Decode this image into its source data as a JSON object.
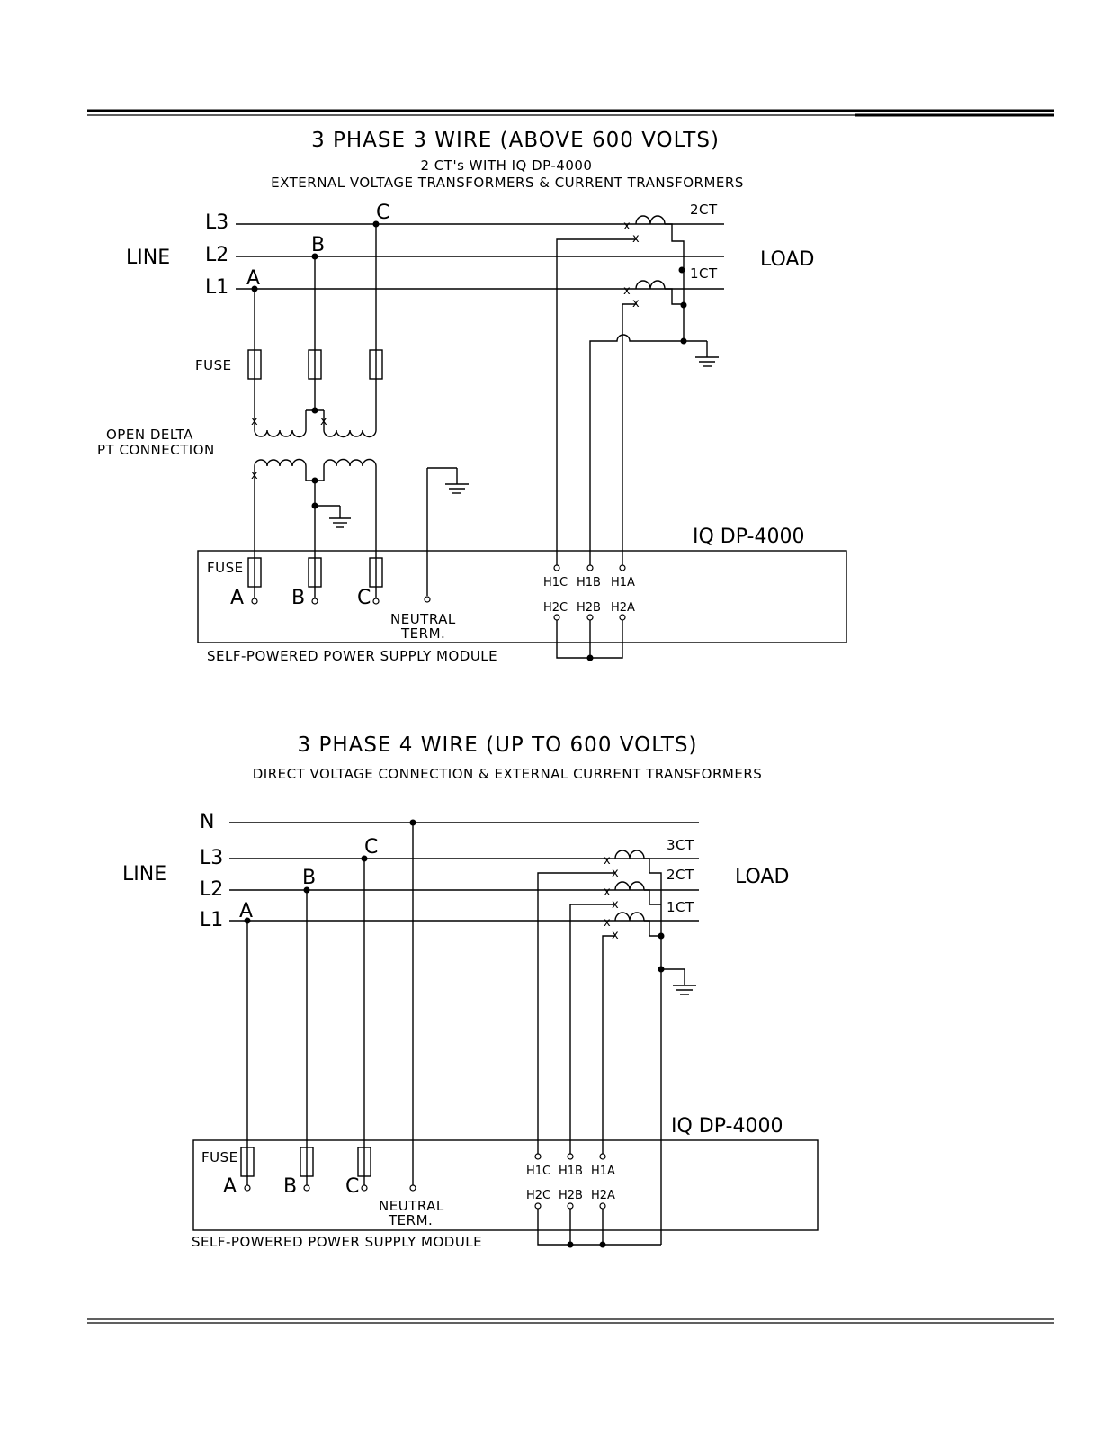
{
  "diagram1": {
    "title": "3 PHASE 3 WIRE (ABOVE 600 VOLTS)",
    "subtitle1": "2 CT's WITH IQ DP-4000",
    "subtitle2": "EXTERNAL VOLTAGE TRANSFORMERS & CURRENT TRANSFORMERS",
    "line_label": "LINE",
    "load_label": "LOAD",
    "lines": [
      "L3",
      "L2",
      "L1"
    ],
    "phases": [
      "C",
      "B",
      "A"
    ],
    "ct_labels": [
      "2CT",
      "1CT"
    ],
    "fuse_label": "FUSE",
    "pt_label1": "OPEN DELTA",
    "pt_label2": "PT CONNECTION",
    "device_title": "IQ DP-4000",
    "device_fuse_label": "FUSE",
    "terminals_abc": [
      "A",
      "B",
      "C"
    ],
    "neutral_label1": "NEUTRAL",
    "neutral_label2": "TERM.",
    "h1_terminals": [
      "H1C",
      "H1B",
      "H1A"
    ],
    "h2_terminals": [
      "H2C",
      "H2B",
      "H2A"
    ],
    "module_label": "SELF-POWERED POWER SUPPLY MODULE"
  },
  "diagram2": {
    "title": "3 PHASE 4 WIRE (UP TO 600 VOLTS)",
    "subtitle": "DIRECT VOLTAGE CONNECTION & EXTERNAL CURRENT TRANSFORMERS",
    "line_label": "LINE",
    "load_label": "LOAD",
    "lines": [
      "N",
      "L3",
      "L2",
      "L1"
    ],
    "phases": [
      "C",
      "B",
      "A"
    ],
    "ct_labels": [
      "3CT",
      "2CT",
      "1CT"
    ],
    "device_title": "IQ DP-4000",
    "device_fuse_label": "FUSE",
    "terminals_abc": [
      "A",
      "B",
      "C"
    ],
    "neutral_label1": "NEUTRAL",
    "neutral_label2": "TERM.",
    "h1_terminals": [
      "H1C",
      "H1B",
      "H1A"
    ],
    "h2_terminals": [
      "H2C",
      "H2B",
      "H2A"
    ],
    "module_label": "SELF-POWERED POWER SUPPLY MODULE"
  }
}
